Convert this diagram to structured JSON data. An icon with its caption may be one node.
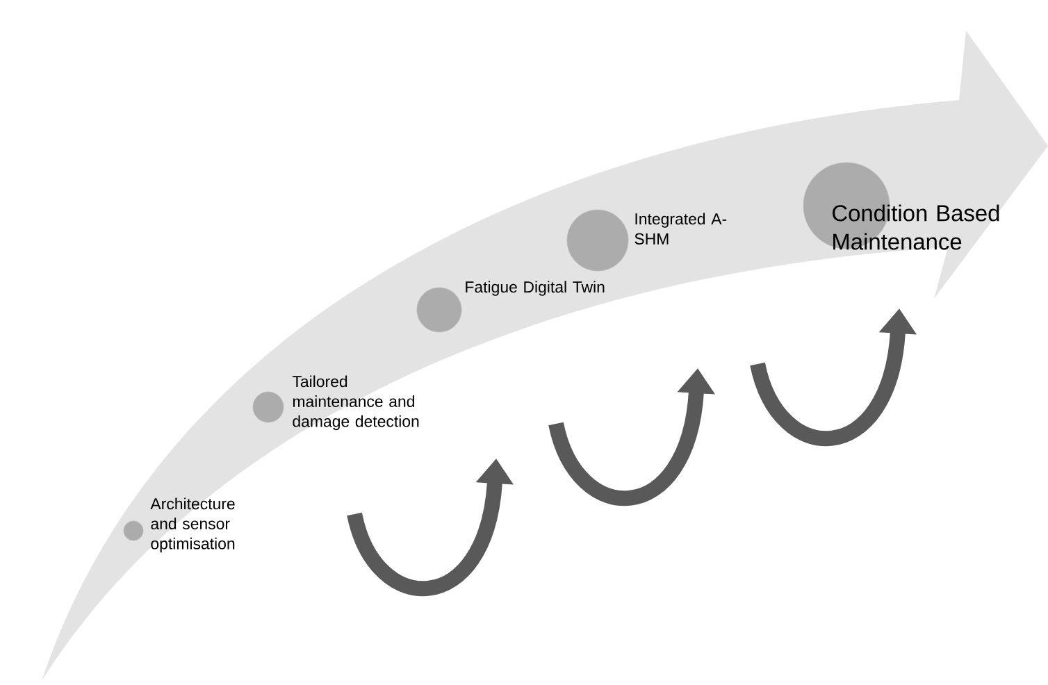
{
  "diagram": {
    "nodes": [
      {
        "text": [],
        "shape": "circle",
        "beside": [
          "Architecture and sensor optimisation"
        ]
      },
      {
        "text": [],
        "shape": "circle",
        "beside": [
          "Tailored maintenance and damage detection"
        ]
      },
      {
        "text": [],
        "shape": "circle",
        "beside": [
          "Fatigue Digital Twin"
        ]
      },
      {
        "text": [],
        "shape": "circle",
        "beside": [
          "Integrated A-SHM"
        ]
      },
      {
        "text": [],
        "shape": "circle",
        "beside": [
          "Condition Based Maintenance"
        ]
      }
    ]
  }
}
